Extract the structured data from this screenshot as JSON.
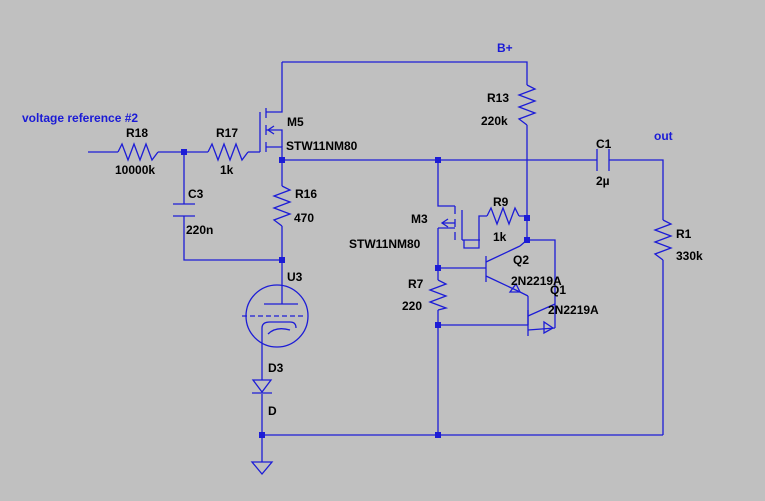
{
  "colors": {
    "background": "#c0c0c0",
    "wire": "#1c1cd6",
    "net_label": "#1a1ad6",
    "text": "#000000"
  },
  "nets": {
    "vref": "voltage reference #2",
    "bplus": "B+",
    "out": "out"
  },
  "components": {
    "R18": {
      "ref": "R18",
      "value": "10000k"
    },
    "R17": {
      "ref": "R17",
      "value": "1k"
    },
    "C3": {
      "ref": "C3",
      "value": "220n"
    },
    "M5": {
      "ref": "M5",
      "value": "STW11NM80"
    },
    "R16": {
      "ref": "R16",
      "value": "470"
    },
    "U3": {
      "ref": "U3"
    },
    "D3": {
      "ref": "D3",
      "value": "D"
    },
    "R13": {
      "ref": "R13",
      "value": "220k"
    },
    "C1": {
      "ref": "C1",
      "value": "2µ"
    },
    "R1": {
      "ref": "R1",
      "value": "330k"
    },
    "M3": {
      "ref": "M3",
      "value": "STW11NM80"
    },
    "R9": {
      "ref": "R9",
      "value": "1k"
    },
    "Q2": {
      "ref": "Q2",
      "value": "2N2219A"
    },
    "Q1": {
      "ref": "Q1",
      "value": "2N2219A"
    },
    "R7": {
      "ref": "R7",
      "value": "220"
    }
  }
}
